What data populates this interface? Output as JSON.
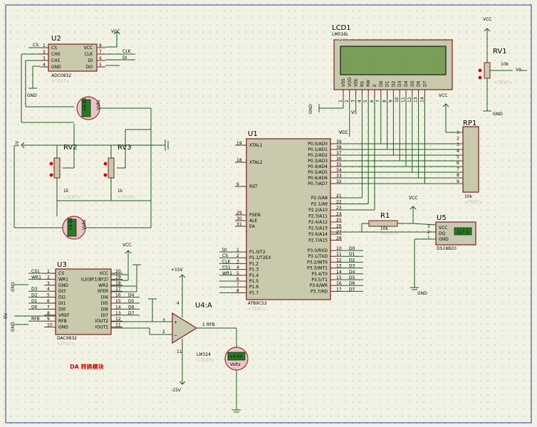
{
  "u2": {
    "ref": "U2",
    "part": "ADC0832",
    "text": "<TEXT>",
    "pins_left": [
      [
        "1",
        "CS"
      ],
      [
        "2",
        "CH0"
      ],
      [
        "3",
        "CH1"
      ],
      [
        "4",
        "GND"
      ]
    ],
    "pins_right": [
      [
        "8",
        "VCC"
      ],
      [
        "7",
        "CLK"
      ],
      [
        "6",
        "DI"
      ],
      [
        "5",
        "DO"
      ]
    ],
    "nets": {
      "cs": "CS",
      "clk": "CLK",
      "di": "DI",
      "vcc": "VCC",
      "gnd": "GND"
    }
  },
  "lcd": {
    "ref": "LCD1",
    "part": "LM016L",
    "text": "<TEXT>",
    "pins": [
      "VSS",
      "VDD",
      "VEE",
      "RS",
      "RW",
      "E",
      "D0",
      "D1",
      "D2",
      "D3",
      "D4",
      "D5",
      "D6",
      "D7"
    ],
    "pin_numbers": [
      "1",
      "2",
      "3",
      "4",
      "5",
      "6",
      "7",
      "8",
      "9",
      "10",
      "11",
      "12",
      "13",
      "14"
    ],
    "vcc": "VCC",
    "gnd": "GND",
    "vo": "V0"
  },
  "rv1": {
    "ref": "RV1",
    "value": "10k",
    "net": "V0",
    "text": "<TEXT>",
    "vcc": "VCC",
    "gnd": "GND"
  },
  "volts": {
    "unit": "Volts",
    "reading": "+0.00",
    "reading_bottom": "+0.00",
    "reading_opamp": "+0.00"
  },
  "rv2": {
    "ref": "RV2",
    "value": "1k",
    "text": "<TEXT>"
  },
  "rv3": {
    "ref": "RV3",
    "value": "1k",
    "text": "<TEXT>"
  },
  "net_5v": "5V",
  "rp1": {
    "ref": "RP1",
    "value": "10k",
    "text": "<TEXT>",
    "pins": [
      "1",
      "2",
      "3",
      "4",
      "5",
      "6",
      "7",
      "8",
      "9"
    ],
    "vcc": "VCC"
  },
  "u1": {
    "ref": "U1",
    "part": "AT89C52",
    "text": "<TEXT>",
    "left_top": [
      [
        "19",
        "XTAL1"
      ],
      [
        "18",
        "XTAL2"
      ],
      [
        "9",
        "RST"
      ],
      [
        "29",
        "PSEN"
      ],
      [
        "30",
        "ALE"
      ],
      [
        "31",
        "EA"
      ]
    ],
    "p1": [
      [
        "1",
        "P1.0/T2"
      ],
      [
        "2",
        "P1.1/T2EX"
      ],
      [
        "3",
        "P1.2"
      ],
      [
        "4",
        "P1.3"
      ],
      [
        "5",
        "P1.4"
      ],
      [
        "6",
        "P1.5"
      ],
      [
        "7",
        "P1.6"
      ],
      [
        "8",
        "P1.7"
      ]
    ],
    "p1_nets": [
      "DI",
      "CS",
      "CLK",
      "CS1",
      "WR1",
      "",
      "",
      ""
    ],
    "p0": [
      [
        "39",
        "P0.0/AD0"
      ],
      [
        "38",
        "P0.1/AD1"
      ],
      [
        "37",
        "P0.2/AD2"
      ],
      [
        "36",
        "P0.3/AD3"
      ],
      [
        "35",
        "P0.4/AD4"
      ],
      [
        "34",
        "P0.5/AD5"
      ],
      [
        "33",
        "P0.6/AD6"
      ],
      [
        "32",
        "P0.7/AD7"
      ]
    ],
    "p2": [
      [
        "21",
        "P2.0/A8"
      ],
      [
        "22",
        "P2.1/A9"
      ],
      [
        "23",
        "P2.2/A10"
      ],
      [
        "24",
        "P2.3/A11"
      ],
      [
        "25",
        "P2.4/A12"
      ],
      [
        "26",
        "P2.5/A13"
      ],
      [
        "27",
        "P2.6/A14"
      ],
      [
        "28",
        "P2.7/A15"
      ]
    ],
    "p3": [
      [
        "10",
        "P3.0/RXD"
      ],
      [
        "11",
        "P3.1/TXD"
      ],
      [
        "12",
        "P3.2/INT0"
      ],
      [
        "13",
        "P3.3/INT1"
      ],
      [
        "14",
        "P3.4/T0"
      ],
      [
        "15",
        "P3.5/T1"
      ],
      [
        "16",
        "P3.6/WR"
      ],
      [
        "17",
        "P3.7/RD"
      ]
    ],
    "p3_nets": [
      "D0",
      "D1",
      "D2",
      "D3",
      "D4",
      "D5",
      "D6",
      "D7"
    ],
    "vcc": "VCC"
  },
  "r1": {
    "ref": "R1",
    "value": "10k",
    "text": "<TEXT>"
  },
  "u5": {
    "ref": "U5",
    "part": "DS18B20",
    "pins": [
      [
        "3",
        "VCC"
      ],
      [
        "2",
        "DQ"
      ],
      [
        "1",
        "GND"
      ]
    ],
    "reading": "117.0",
    "vcc": "VCC",
    "gnd": "GND"
  },
  "u3": {
    "ref": "U3",
    "part": "DAC0832",
    "text": "<TEXT>",
    "pins_left": [
      [
        "1",
        "CS"
      ],
      [
        "2",
        "WR1"
      ],
      [
        "3",
        "GND"
      ],
      [
        "4",
        "DI3"
      ],
      [
        "5",
        "DI2"
      ],
      [
        "6",
        "DI1"
      ],
      [
        "7",
        "DI0"
      ],
      [
        "8",
        "VREF"
      ],
      [
        "9",
        "RFB"
      ],
      [
        "10",
        "GND"
      ]
    ],
    "pins_right": [
      [
        "20",
        "VCC"
      ],
      [
        "19",
        "ILE(BY1/BY2)"
      ],
      [
        "18",
        "WR2"
      ],
      [
        "17",
        "XFER"
      ],
      [
        "16",
        "DI4"
      ],
      [
        "15",
        "DI5"
      ],
      [
        "14",
        "DI6"
      ],
      [
        "13",
        "DI7"
      ],
      [
        "12",
        "IOUT2"
      ],
      [
        "11",
        "IOUT1"
      ]
    ],
    "nets_left": [
      "CS1",
      "WR1",
      "",
      "D3",
      "D2",
      "D1",
      "D0",
      "",
      "RFB",
      ""
    ],
    "nets_right": [
      "",
      "",
      "",
      "",
      "D4",
      "D5",
      "D6",
      "D7",
      "",
      ""
    ],
    "vcc": "VCC",
    "gnd": "GND"
  },
  "u4": {
    "ref": "U4:A",
    "part": "LM324",
    "text": "<TEXT>",
    "vplus": "+15V",
    "vminus": "-15V",
    "pins": [
      "3",
      "2",
      "1",
      "4",
      "11"
    ],
    "rfb": "RFB"
  },
  "da_label": "DA 转换模块",
  "gnd_label": "GND"
}
